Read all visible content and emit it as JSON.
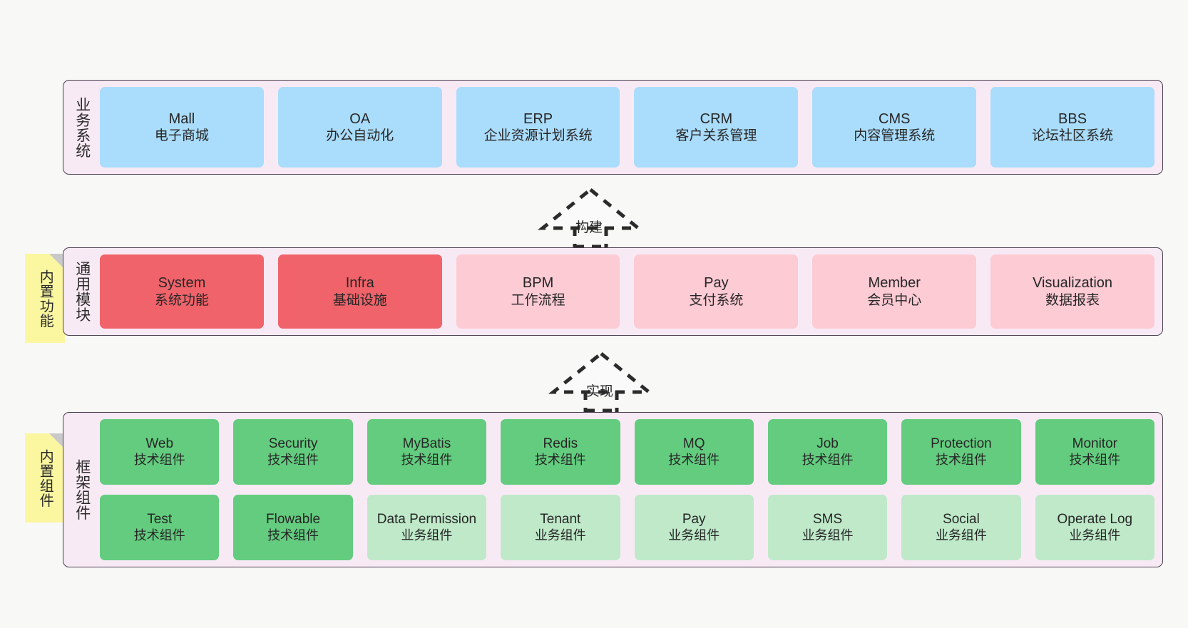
{
  "diagram": {
    "background_color": "#f8f8f7",
    "container_fill": "#f8f8f7",
    "layer_fill": "#f8eaf5",
    "layer_border": "#4a3f4e",
    "sticky_fill": "#fbf7a0",
    "colors": {
      "blue": "#aadcfb",
      "red": "#f0636a",
      "pink": "#fccbd4",
      "green": "#63cc7f",
      "light_green": "#bfe9c9"
    }
  },
  "layers": [
    {
      "id": "business-system",
      "title": "业务系统",
      "rows": [
        {
          "cards": [
            {
              "en": "Mall",
              "cn": "电子商城",
              "color": "blue"
            },
            {
              "en": "OA",
              "cn": "办公自动化",
              "color": "blue"
            },
            {
              "en": "ERP",
              "cn": "企业资源计划系统",
              "color": "blue"
            },
            {
              "en": "CRM",
              "cn": "客户关系管理",
              "color": "blue"
            },
            {
              "en": "CMS",
              "cn": "内容管理系统",
              "color": "blue"
            },
            {
              "en": "BBS",
              "cn": "论坛社区系统",
              "color": "blue"
            }
          ]
        }
      ]
    },
    {
      "id": "common-module",
      "title": "通用模块",
      "sticky": "内置功能",
      "rows": [
        {
          "cards": [
            {
              "en": "System",
              "cn": "系统功能",
              "color": "red"
            },
            {
              "en": "Infra",
              "cn": "基础设施",
              "color": "red"
            },
            {
              "en": "BPM",
              "cn": "工作流程",
              "color": "pink"
            },
            {
              "en": "Pay",
              "cn": "支付系统",
              "color": "pink"
            },
            {
              "en": "Member",
              "cn": "会员中心",
              "color": "pink"
            },
            {
              "en": "Visualization",
              "cn": "数据报表",
              "color": "pink"
            }
          ]
        }
      ]
    },
    {
      "id": "framework-component",
      "title": "框架组件",
      "sticky": "内置组件",
      "rows": [
        {
          "cards": [
            {
              "en": "Web",
              "cn": "技术组件",
              "color": "green"
            },
            {
              "en": "Security",
              "cn": "技术组件",
              "color": "green"
            },
            {
              "en": "MyBatis",
              "cn": "技术组件",
              "color": "green"
            },
            {
              "en": "Redis",
              "cn": "技术组件",
              "color": "green"
            },
            {
              "en": "MQ",
              "cn": "技术组件",
              "color": "green"
            },
            {
              "en": "Job",
              "cn": "技术组件",
              "color": "green"
            },
            {
              "en": "Protection",
              "cn": "技术组件",
              "color": "green"
            },
            {
              "en": "Monitor",
              "cn": "技术组件",
              "color": "green"
            }
          ]
        },
        {
          "cards": [
            {
              "en": "Test",
              "cn": "技术组件",
              "color": "green"
            },
            {
              "en": "Flowable",
              "cn": "技术组件",
              "color": "green"
            },
            {
              "en": "Data Permission",
              "cn": "业务组件",
              "color": "light_green"
            },
            {
              "en": "Tenant",
              "cn": "业务组件",
              "color": "light_green"
            },
            {
              "en": "Pay",
              "cn": "业务组件",
              "color": "light_green"
            },
            {
              "en": "SMS",
              "cn": "业务组件",
              "color": "light_green"
            },
            {
              "en": "Social",
              "cn": "业务组件",
              "color": "light_green"
            },
            {
              "en": "Operate Log",
              "cn": "业务组件",
              "color": "light_green"
            }
          ]
        }
      ]
    }
  ],
  "connectors": [
    {
      "id": "build",
      "label": "构建",
      "from": "common-module",
      "to": "business-system",
      "style": "dashed-hollow-arrow-up"
    },
    {
      "id": "implement",
      "label": "实现",
      "from": "framework-component",
      "to": "common-module",
      "style": "dashed-hollow-arrow-up"
    }
  ]
}
